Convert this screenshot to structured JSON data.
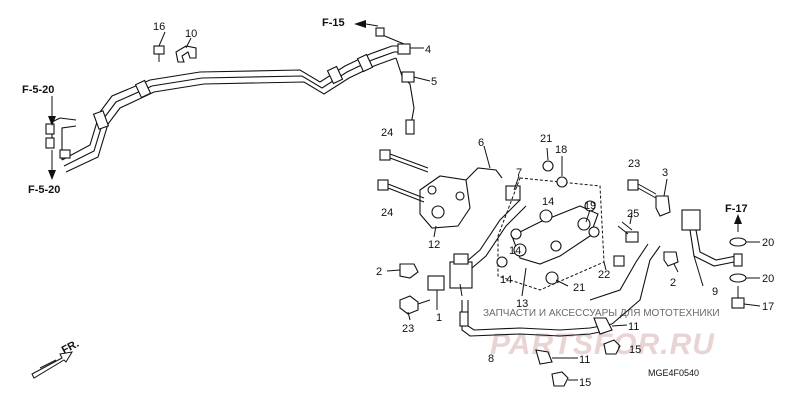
{
  "diagram": {
    "refs": {
      "f15": "F-15",
      "f520_top": "F-5-20",
      "f520_bottom": "F-5-20",
      "f17": "F-17",
      "front": "FR."
    },
    "callouts": {
      "c1": "1",
      "c2a": "2",
      "c2b": "2",
      "c3": "3",
      "c4": "4",
      "c5": "5",
      "c6": "6",
      "c7": "7",
      "c8": "8",
      "c9": "9",
      "c10": "10",
      "c11a": "11",
      "c11b": "11",
      "c12": "12",
      "c13": "13",
      "c14a": "14",
      "c14b": "14",
      "c14c": "14",
      "c15a": "15",
      "c15b": "15",
      "c16": "16",
      "c17": "17",
      "c18": "18",
      "c19": "19",
      "c20a": "20",
      "c20b": "20",
      "c21a": "21",
      "c21b": "21",
      "c22": "22",
      "c23a": "23",
      "c23b": "23",
      "c24a": "24",
      "c24b": "24",
      "c25": "25"
    },
    "code": "MGE4F0540"
  },
  "watermark": {
    "text": "ЗАПЧАСТИ И АКСЕССУАРЫ ДЛЯ МОТОТЕХНИКИ",
    "logo": "PARTSFOR.RU"
  }
}
